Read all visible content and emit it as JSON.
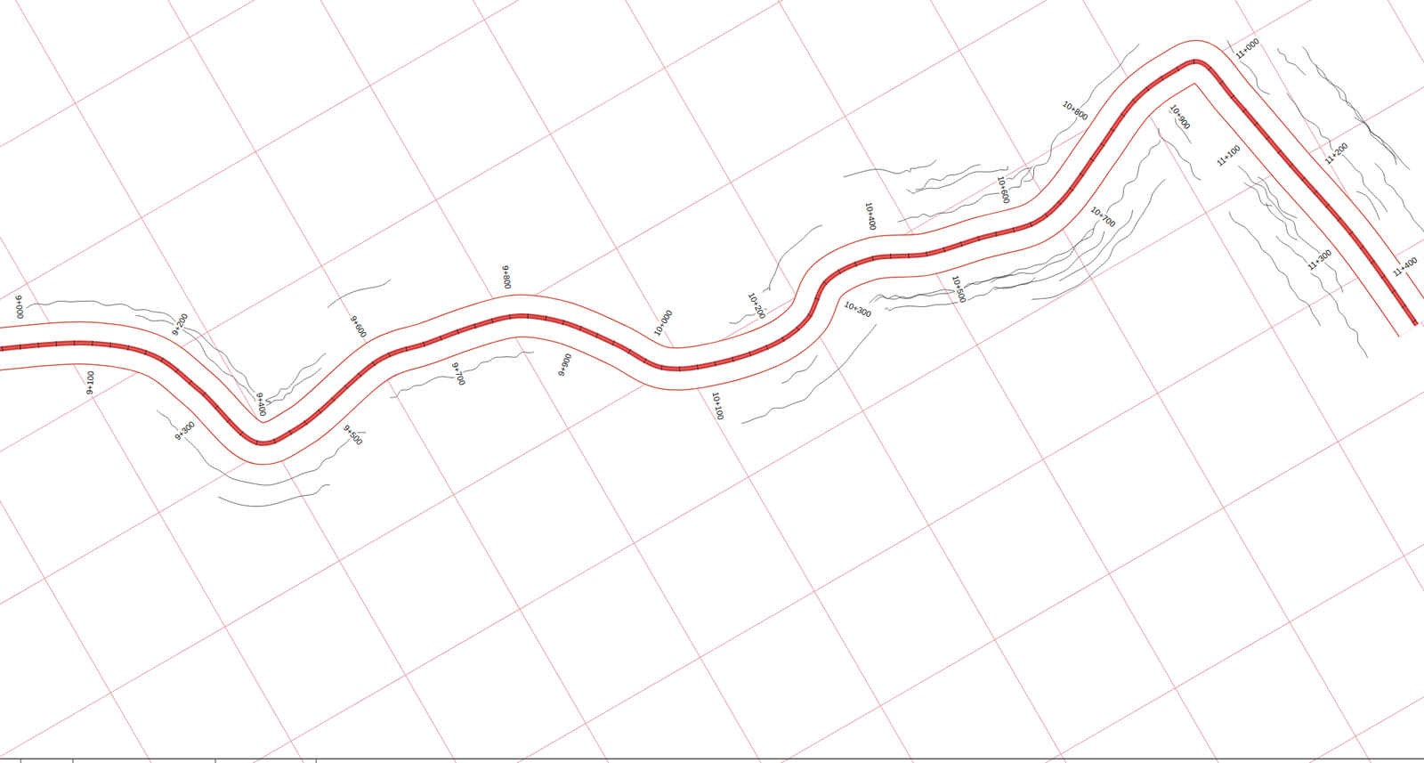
{
  "diagram": {
    "labels": [
      "9+000",
      "9+100",
      "9+200",
      "9+300",
      "9+400",
      "9+500",
      "9+600",
      "9+700",
      "9+800",
      "9+900",
      "10+000",
      "10+100",
      "10+200",
      "10+300",
      "10+400",
      "10+500",
      "10+600",
      "10+700",
      "10+800",
      "10+900",
      "11+000",
      "11+100",
      "11+200",
      "11+300",
      "11+400"
    ]
  }
}
